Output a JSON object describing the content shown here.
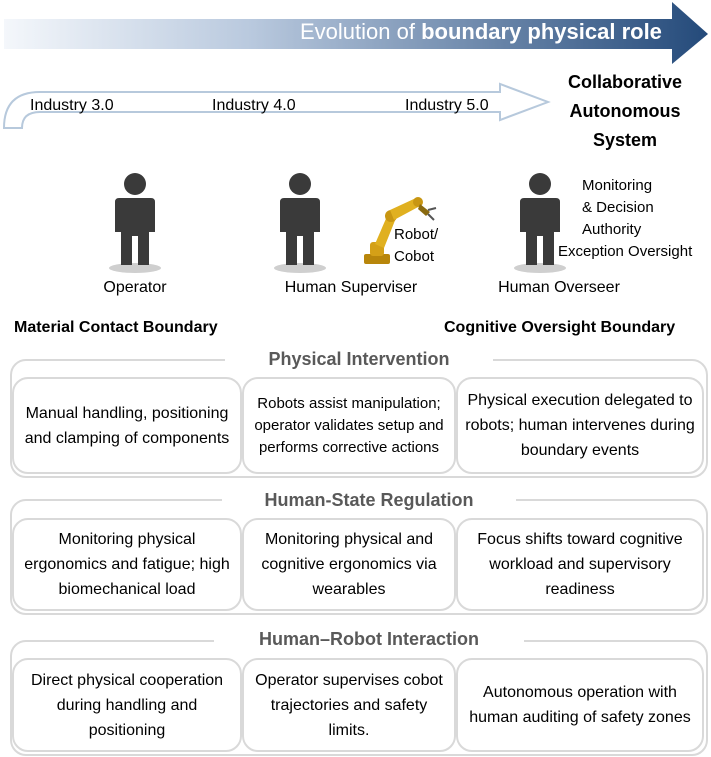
{
  "banner": {
    "title_prefix": "Evolution of ",
    "title_bold": "boundary physical role"
  },
  "timeline": {
    "eras": [
      "Industry 3.0",
      "Industry 4.0",
      "Industry 5.0"
    ]
  },
  "collaborative_system": {
    "line1": "Collaborative",
    "line2": "Autonomous",
    "line3": "System"
  },
  "roles": {
    "operator": "Operator",
    "supervisor": "Human Superviser",
    "overseer": "Human Overseer",
    "robot_line1": "Robot/",
    "robot_line2": "Cobot",
    "authority_line1": "Monitoring",
    "authority_line2": "& Decision",
    "authority_line3": "Authority",
    "authority_line4": "Exception Oversight"
  },
  "boundaries": {
    "left": "Material Contact Boundary",
    "right": "Cognitive Oversight Boundary"
  },
  "sections": [
    {
      "title": "Physical Intervention",
      "cells": [
        "Manual handling, positioning and clamping of components",
        "Robots assist manipulation; operator validates setup and performs corrective actions",
        "Physical execution delegated to robots; human intervenes during boundary events"
      ]
    },
    {
      "title": "Human-State Regulation",
      "cells": [
        "Monitoring physical ergonomics and fatigue; high biomechanical load",
        "Monitoring physical and cognitive ergonomics via wearables",
        "Focus shifts toward cognitive workload and supervisory readiness"
      ]
    },
    {
      "title": "Human–Robot Interaction",
      "cells": [
        "Direct physical cooperation during handling and positioning",
        "Operator supervises cobot trajectories and safety limits.",
        "Autonomous operation with human auditing of safety zones"
      ]
    }
  ],
  "colors": {
    "banner_start": "#ffffff",
    "banner_end": "#244a7a",
    "frame": "#d9d9d9",
    "section_title": "#595959",
    "figure": "#3a3a3a",
    "robot": "#d4a017"
  }
}
